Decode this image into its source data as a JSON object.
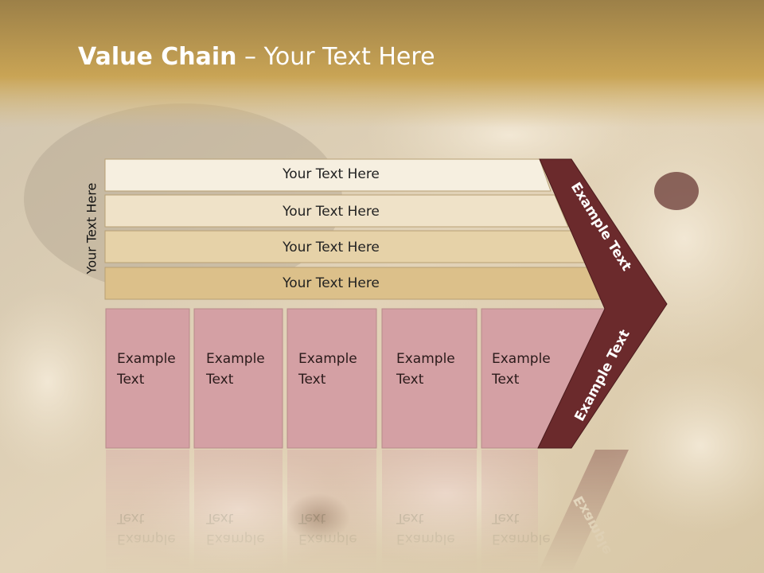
{
  "title": {
    "bold": "Value Chain",
    "rest": " – Your Text Here"
  },
  "vertical_label": "Your Text Here",
  "rows": [
    "Your Text Here",
    "Your Text Here",
    "Your Text Here",
    "Your Text Here"
  ],
  "boxes": [
    "Example\nText",
    "Example\nText",
    "Example\nText",
    "Example\nText",
    "Example\nText"
  ],
  "chevron_labels": [
    "Example Text",
    "Example Text"
  ],
  "reflection_label": "Example",
  "colors": {
    "header_gold": "#c9a24e",
    "row_fills": [
      "#f6efe0",
      "#efe2c8",
      "#e6d2a8",
      "#dcc08a"
    ],
    "box_fill": "#d4a0a4",
    "chevron": "#6b2a2c"
  }
}
